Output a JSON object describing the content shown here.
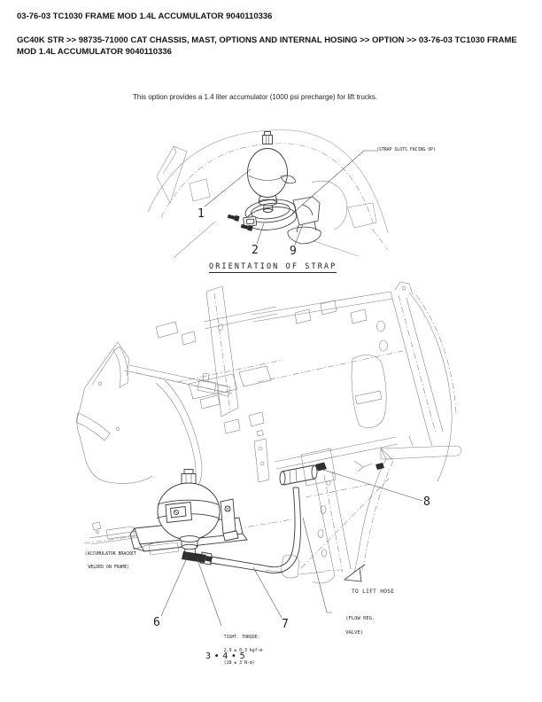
{
  "header": {
    "title": "03-76-03 TC1030 FRAME MOD 1.4L ACCUMULATOR 9040110336",
    "breadcrumb": "GC40K STR >> 98735-71000 CAT CHASSIS, MAST, OPTIONS AND INTERNAL HOSING >> OPTION >> 03-76-03 TC1030 FRAME MOD 1.4L ACCUMULATOR 9040110336"
  },
  "intro": {
    "text": "This option provides a 1.4 liter accumulator (1000 psi precharge) for lift trucks."
  },
  "strap_diagram": {
    "caption": "ORIENTATION OF STRAP",
    "note_strap_slots": "(STRAP SLOTS FACING UP)",
    "callouts": {
      "accumulator": "1",
      "strap": "2",
      "bracket": "9"
    }
  },
  "install_diagram": {
    "note_bracket_line1": "(ACCUMULATOR BRACKET",
    "note_bracket_line2": "WELDED ON FRAME)",
    "note_to_lift_hose": "TO LIFT HOSE",
    "note_flow_reg_line1": "(FLOW REG.",
    "note_flow_reg_line2": "VALVE)",
    "torque_note": {
      "line1": "TIGHT. TORQUE:",
      "line2": "2.9 ± 0.3 kgf-m",
      "line3": "(28 ± 3 N-m)"
    },
    "fastener_group": "3 • 4 • 5",
    "callouts": {
      "accumulator": "6",
      "hose": "7",
      "fitting": "8"
    }
  },
  "colors": {
    "ink": "#141414",
    "frame_line": "#7d7d7d",
    "part_line": "#3a3a3a"
  }
}
